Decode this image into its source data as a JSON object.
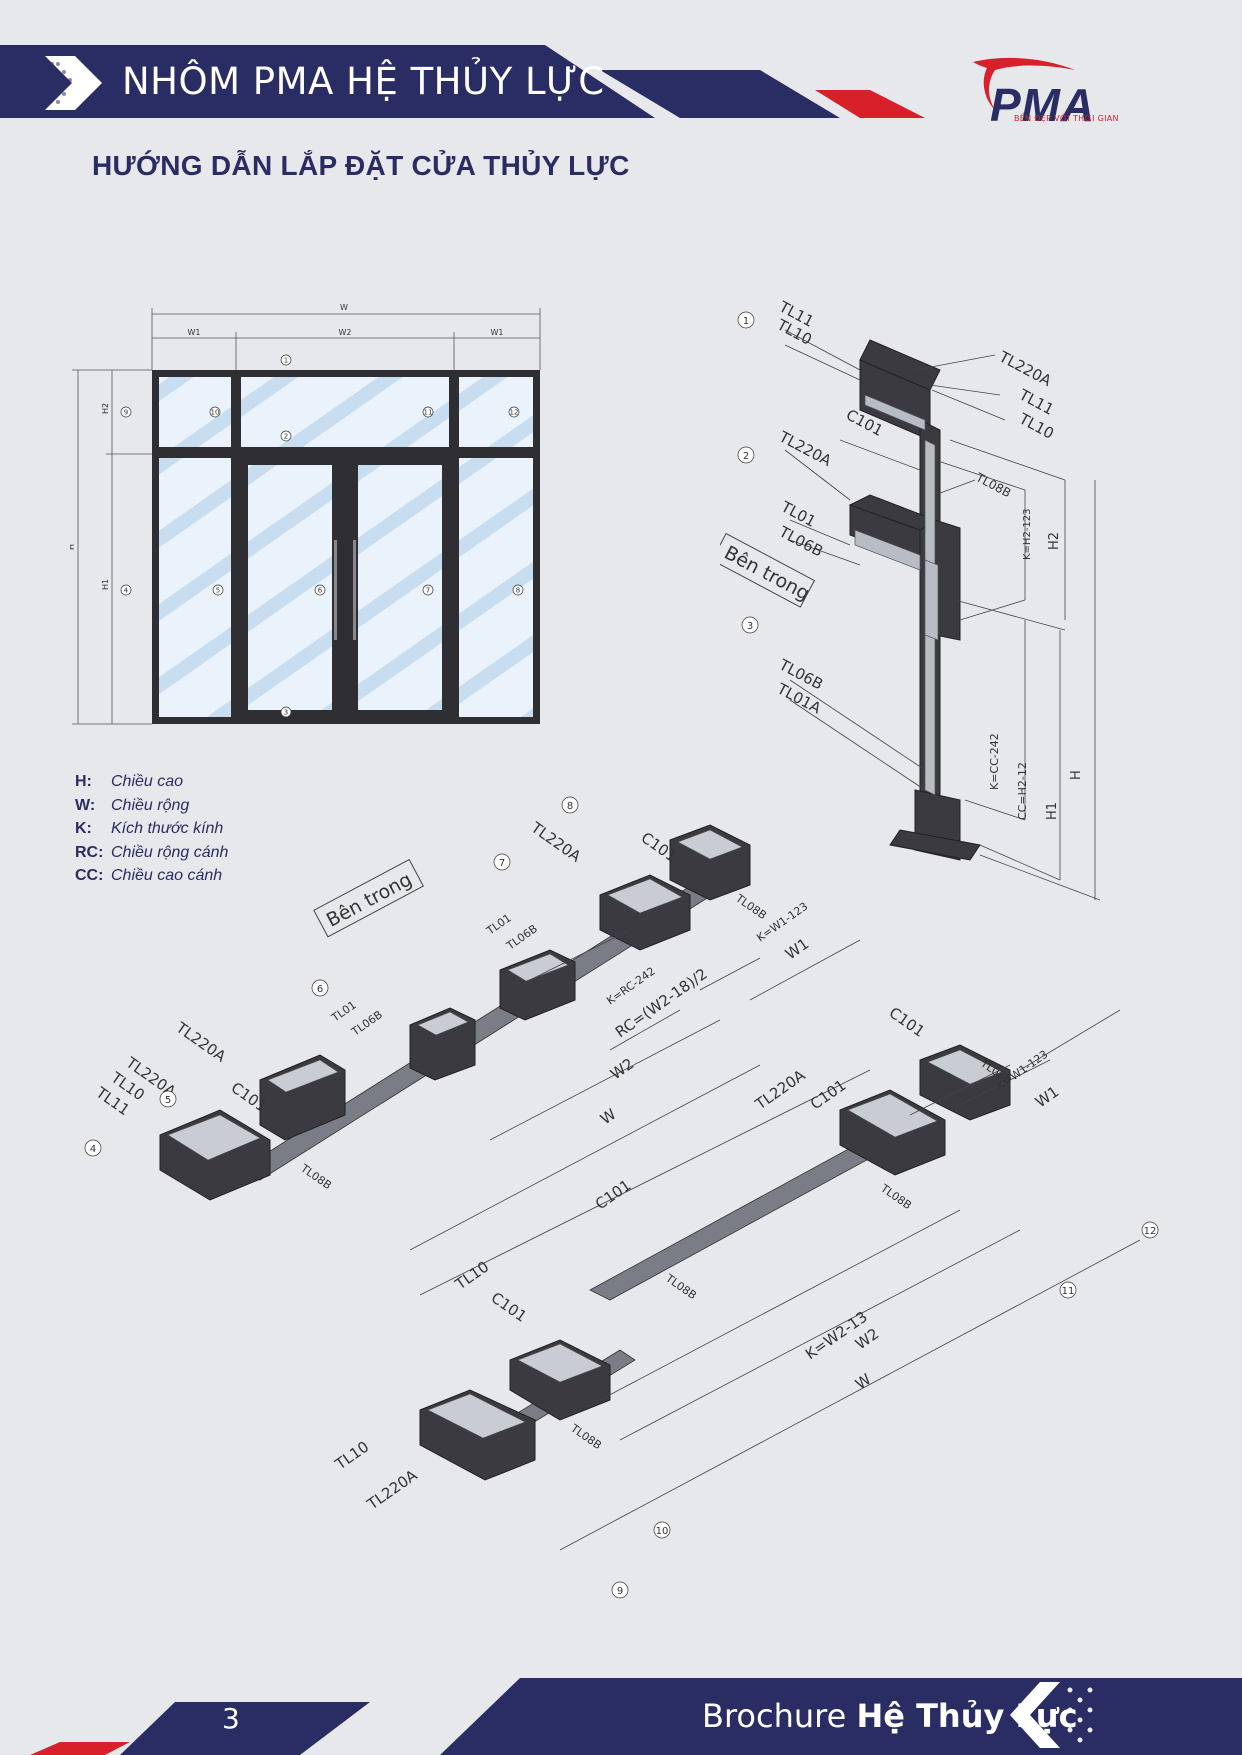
{
  "header": {
    "title": "NHÔM PMA HỆ THỦY LỰC"
  },
  "logo": {
    "text": "PMA",
    "tagline": "BỀN ĐẸP VỚI THỜI GIAN"
  },
  "section_title": "HƯỚNG DẪN LẮP ĐẶT CỬA THỦY LỰC",
  "elevation": {
    "dims": {
      "w": "W",
      "w1": "W1",
      "w2": "W2",
      "h": "H",
      "h1": "H1",
      "h2": "H2"
    },
    "markers": [
      "1",
      "2",
      "3",
      "4",
      "5",
      "6",
      "7",
      "8",
      "9",
      "10",
      "11",
      "12"
    ]
  },
  "legend": [
    {
      "key": "H:",
      "value": "Chiều cao"
    },
    {
      "key": "W:",
      "value": "Chiều rộng"
    },
    {
      "key": "K:",
      "value": "Kích thước kính"
    },
    {
      "key": "RC:",
      "value": "Chiều rộng cánh"
    },
    {
      "key": "CC:",
      "value": "Chiều cao cánh"
    }
  ],
  "labels": {
    "tl11": "TL11",
    "tl10": "TL10",
    "tl220a": "TL220A",
    "c101": "C101",
    "tl08b": "TL08B",
    "tl01": "TL01",
    "tl06b": "TL06B",
    "tl01a": "TL01A",
    "ben_trong": "Bên trong",
    "k_h2": "K=H2-123",
    "k_cc": "K=CC-242",
    "cc_h2": "CC=H2-12",
    "k_w1": "K=W1-123",
    "k_rc": "K=RC-242",
    "rc_w2": "RC=(W2-18)/2",
    "k_w2": "K=W2-13",
    "h": "H",
    "h1": "H1",
    "h2": "H2",
    "w": "W",
    "w1": "W1",
    "w2": "W2"
  },
  "footer": {
    "page": "3",
    "brochure": "Brochure",
    "title": "Hệ Thủy Lực"
  },
  "colors": {
    "navy": "#2a2c64",
    "red": "#d8202a",
    "bg": "#e7e8ec"
  }
}
